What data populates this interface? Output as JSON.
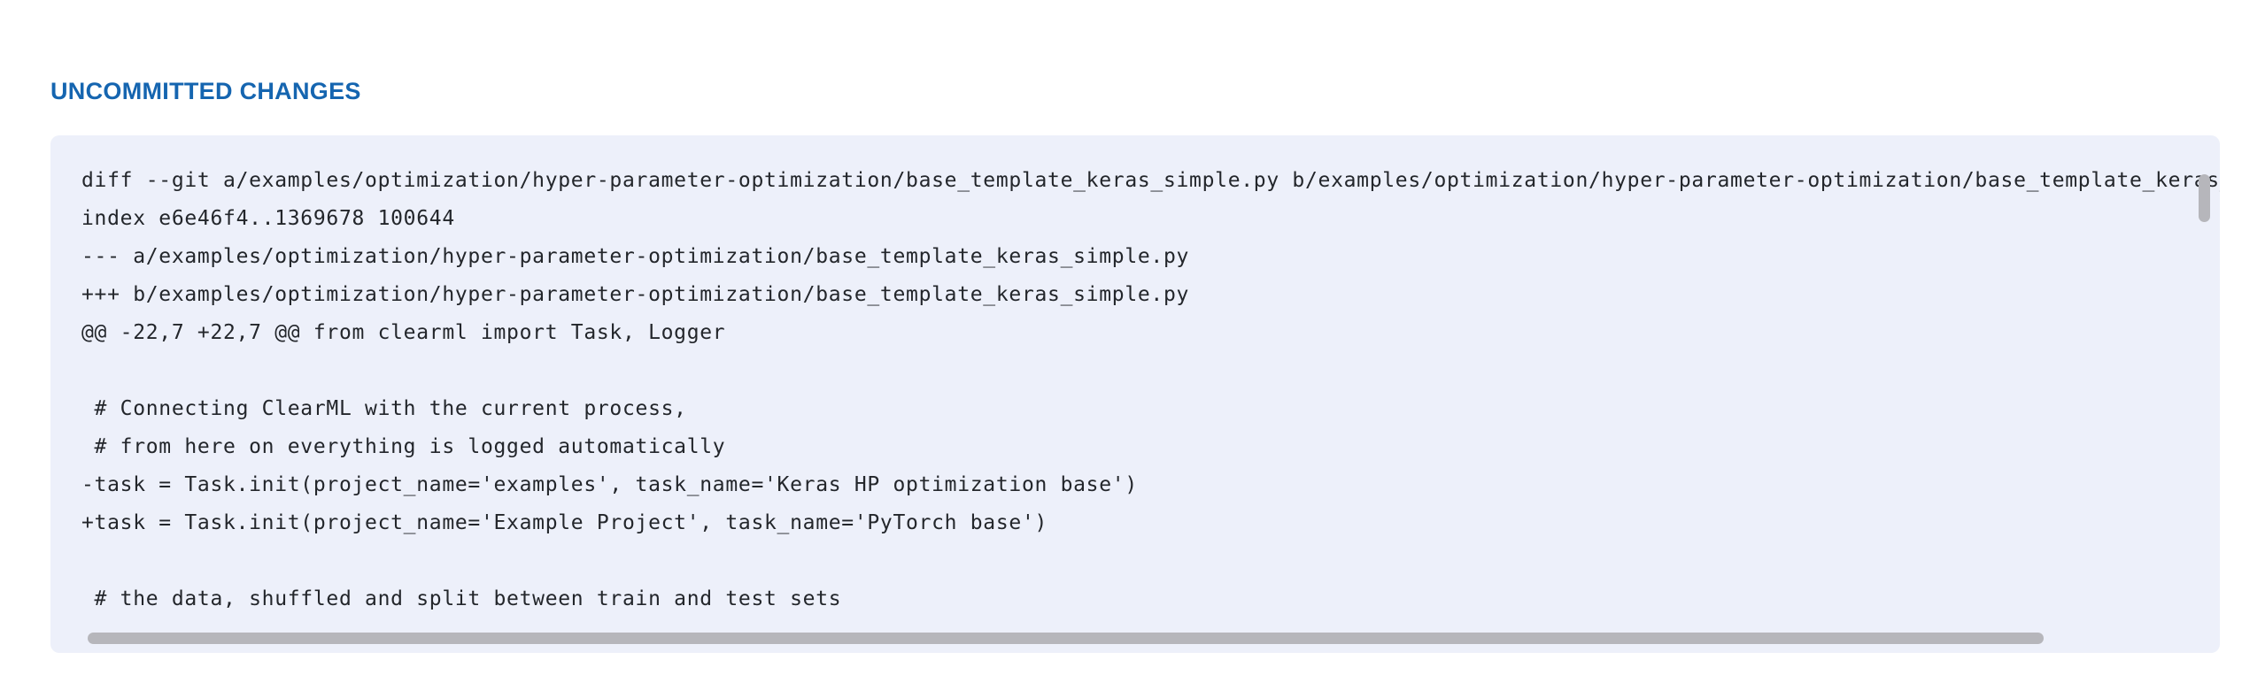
{
  "section": {
    "title": "UNCOMMITTED CHANGES"
  },
  "colors": {
    "header_blue": "#1565b0",
    "panel_bg": "#edf0fa",
    "code_text": "#23262b",
    "scrollbar": "#b6b6bb",
    "page_bg": "#ffffff"
  },
  "diff": {
    "lines": [
      "diff --git a/examples/optimization/hyper-parameter-optimization/base_template_keras_simple.py b/examples/optimization/hyper-parameter-optimization/base_template_keras_simple.py",
      "index e6e46f4..1369678 100644",
      "--- a/examples/optimization/hyper-parameter-optimization/base_template_keras_simple.py",
      "+++ b/examples/optimization/hyper-parameter-optimization/base_template_keras_simple.py",
      "@@ -22,7 +22,7 @@ from clearml import Task, Logger",
      "",
      " # Connecting ClearML with the current process,",
      " # from here on everything is logged automatically",
      "-task = Task.init(project_name='examples', task_name='Keras HP optimization base')",
      "+task = Task.init(project_name='Example Project', task_name='PyTorch base')",
      "",
      " # the data, shuffled and split between train and test sets"
    ]
  },
  "scrollbars": {
    "horizontal_visible": true,
    "vertical_visible": true
  }
}
